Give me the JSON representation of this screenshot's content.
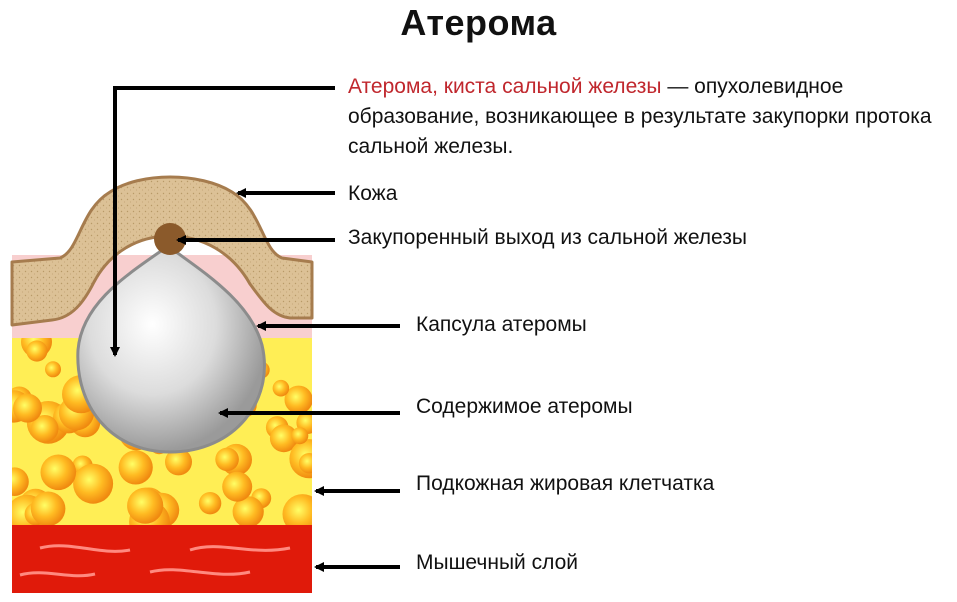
{
  "title": "Атерома",
  "definition": {
    "term": "Атерома, киста сальной железы",
    "rest": " — опухолевидное образование, возникающее в результате закупорки протока сальной железы."
  },
  "labels": {
    "skin": "Кожа",
    "blocked_duct": "Закупоренный выход из сальной железы",
    "capsule": "Капсула атеромы",
    "contents": "Содержимое атеромы",
    "fat": "Подкожная жировая клетчатка",
    "muscle": "Мышечный слой"
  },
  "colors": {
    "term_red": "#c0272d",
    "skin_fill": "#d9be8f",
    "skin_outline": "#a67c4e",
    "dermis_pink": "#f8cfcf",
    "fat_yellow": "#ffee55",
    "fat_orange": "#ff9a1a",
    "muscle_red": "#e01a0a",
    "capsule_gray": "#b8b8b8",
    "duct_brown": "#8b5a2b"
  }
}
